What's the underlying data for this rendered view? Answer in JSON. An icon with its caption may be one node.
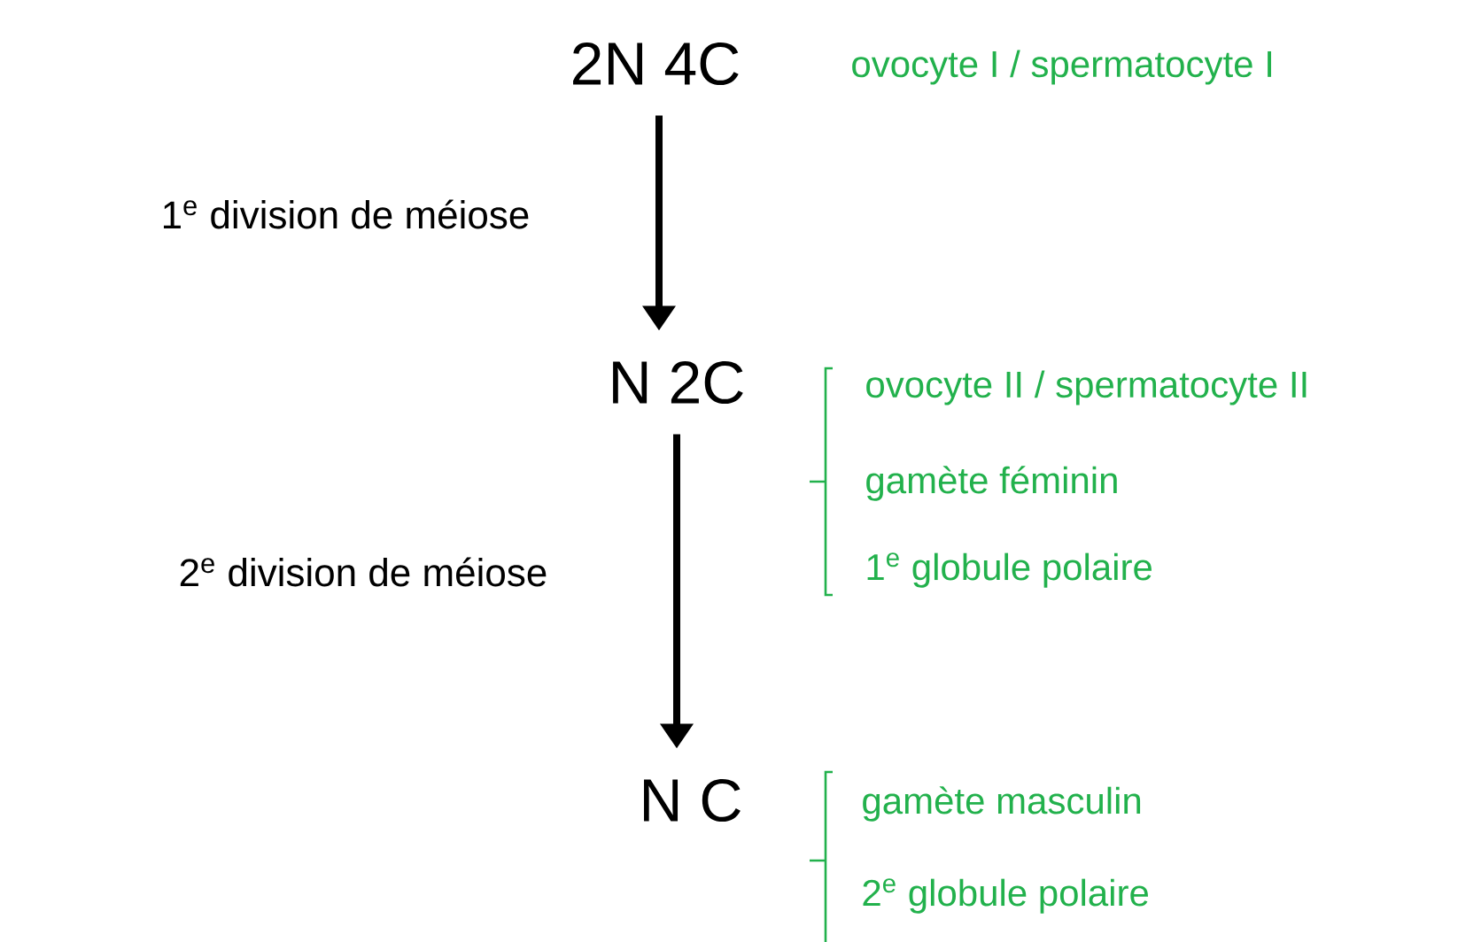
{
  "diagram": {
    "nodes": [
      {
        "text": [
          "2N 4C"
        ],
        "beside": [
          "ovocyte I / spermatocyte I"
        ]
      },
      {
        "text": [
          "N 2C"
        ],
        "beside": [
          "ovocyte II / spermatocyte II",
          "gamète féminin",
          "1$^{e}$ globule polaire"
        ]
      },
      {
        "text": [
          "N C"
        ],
        "beside": [
          "gamète masculin",
          "2$^{e}$ globule polaire"
        ]
      }
    ],
    "edges": [
      {
        "from": 0,
        "to": 1,
        "arrow": "to",
        "label": "1$^{e}$ division de méiose"
      },
      {
        "from": 1,
        "to": 2,
        "arrow": "to",
        "label": "2$^{e}$ division de méiose"
      }
    ]
  }
}
